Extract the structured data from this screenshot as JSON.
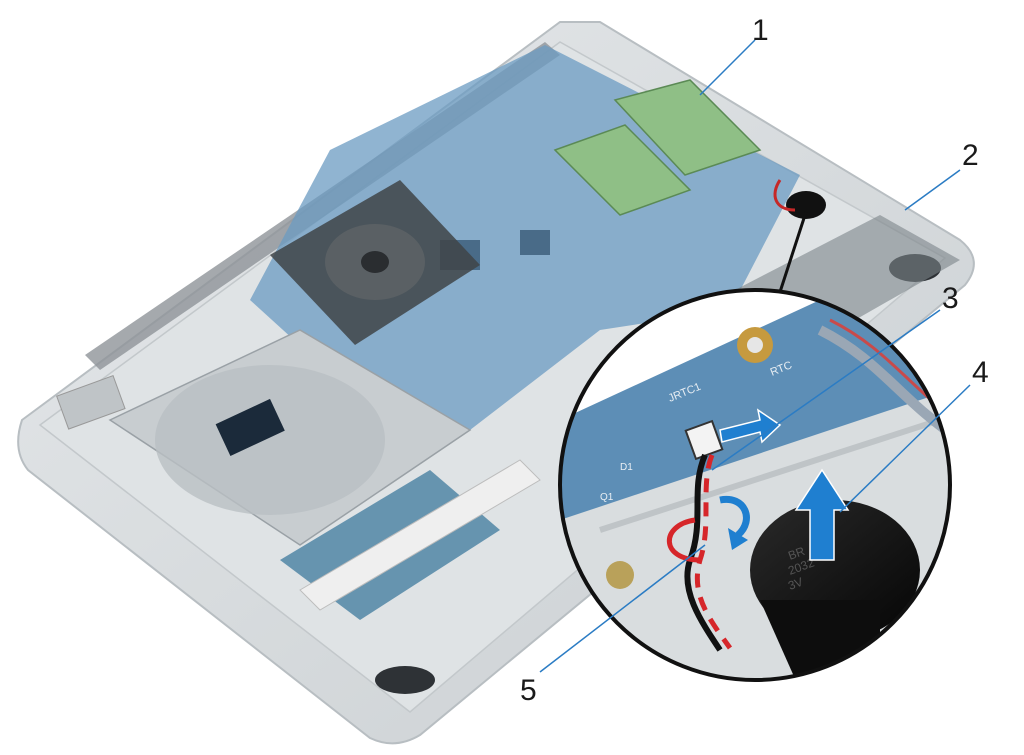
{
  "callouts": [
    {
      "id": "1",
      "label": "1"
    },
    {
      "id": "2",
      "label": "2"
    },
    {
      "id": "3",
      "label": "3"
    },
    {
      "id": "4",
      "label": "4"
    },
    {
      "id": "5",
      "label": "5"
    }
  ],
  "colors": {
    "chassis": "#d7dbdd",
    "board": "#5b8fb8",
    "ram": "#7bb07a",
    "battery": "#141414",
    "wire_red": "#d6262a",
    "arrow": "#1f7fd0",
    "leader": "#2b7cc4"
  },
  "board_text": {
    "rtc": "RTC",
    "jrtc": "JRTC1",
    "d1": "D1",
    "q1": "Q1"
  },
  "battery_text": [
    "BR",
    "2032",
    "3V"
  ]
}
